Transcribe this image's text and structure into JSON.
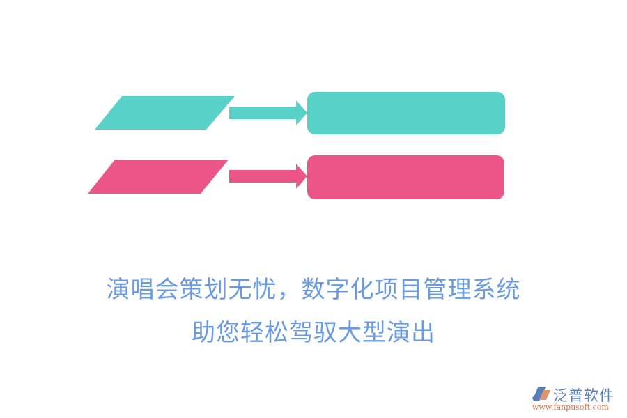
{
  "colors": {
    "teal": "#58d2c9",
    "pink": "#ec5587",
    "caption": "#6a9ae2",
    "logo_blue": "#5a7fb8",
    "logo_orange": "#e0946a"
  },
  "diagram": {
    "rows": [
      {
        "id": "row-1",
        "color": "teal",
        "shape_label": "",
        "box_label": ""
      },
      {
        "id": "row-2",
        "color": "pink",
        "shape_label": "",
        "box_label": ""
      }
    ]
  },
  "caption": {
    "line1": "演唱会策划无忧，数字化项目管理系统",
    "line2": "助您轻松驾驭大型演出"
  },
  "logo": {
    "name": "泛普软件",
    "url": "www.fanpusoft.com"
  }
}
